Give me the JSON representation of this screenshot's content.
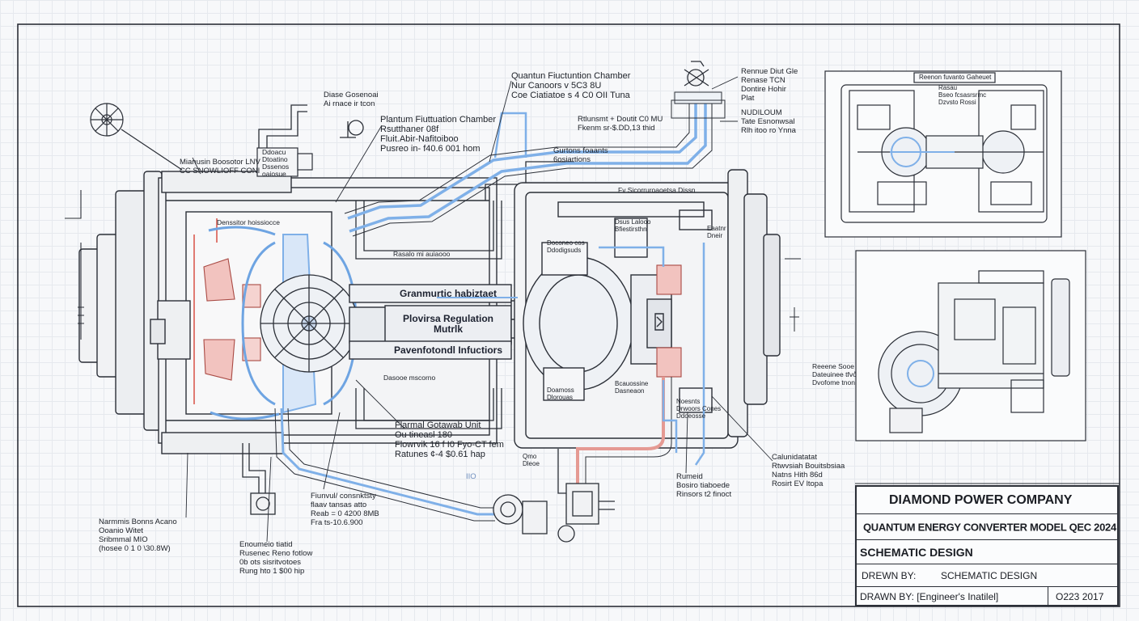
{
  "callouts": {
    "top_left_small": [
      "Diase Gosenoai",
      "Ai rnace ir tcon"
    ],
    "plenum_left": [
      "Plantum Fiuttuation Chamber",
      "Rsutthaner 08f",
      "Fluit.Abir-Nafitoiboo",
      "Pusreo in- f40.6 001 hom"
    ],
    "quantum_top": [
      "Quantun Fiuctuntion Chamber",
      "Nur Canoors v 5C3 8U",
      "Coe Ciatiatoe s 4 C0 OII Tuna"
    ],
    "right_top_a": [
      "Rennue Diut Gle",
      "Renase TCN",
      "Dontire Hohir",
      "Plat"
    ],
    "right_top_b": [
      "NUDILOUM",
      "Tate Esnonwsal",
      "Rlh itoo ro Ynna"
    ],
    "mid_top": [
      "Rtlunsmt + Doutit C0 MU",
      "Fkenm sr-$.DD,13 thid"
    ],
    "quantum_fluid": [
      "Gurtons foaants",
      "6osiartions"
    ],
    "left_panel": [
      "Mianusin Boosotor LNV",
      "CC SNOWLIOFF CONI"
    ],
    "left_box": [
      "Ddoacu",
      "Dtoatino",
      "Dssenos",
      "oaiosue"
    ],
    "inner_left": [
      "Denssitor hoissiocce"
    ],
    "right_housing_top": [
      "Fv Sicorruroaoetsa Dissn"
    ],
    "right_inner_a": [
      "Dsus Lalooo",
      "Bfiestirsthn"
    ],
    "right_inner_b": [
      "Doconeo cos",
      "Ddodigsuds"
    ],
    "right_inner_c": [
      "Eaatnr",
      "Dneir"
    ],
    "right_inner_d": [
      "Doamoss",
      "Dlorouas"
    ],
    "right_inner_e": [
      "Bcauossine",
      "Dasneaon"
    ],
    "right_inner_f": [
      "Noesnts",
      "Drwoors Cones",
      "Ddoeosse"
    ],
    "center_a": [
      "Rasalo mi auiaooo"
    ],
    "center_b": [
      "Dasooe mscorno"
    ],
    "center_c": [
      "Qmo",
      "Dleoe"
    ],
    "thermal": [
      "Flarmal Gotawab Unit",
      "Ou tineasl 180",
      "Flowrvik 16 f I0 Fyo-CT fem",
      "Ratunes ¢-4 $0.61 hap"
    ],
    "funnel": [
      "Fiunvul/ consnktsty",
      "flaav tansas atto",
      "Reab = 0 4200 8MB",
      "Fra ts-10.6.900"
    ],
    "bottom_left_a": [
      "Narmmis Bonns Acano",
      "Ooanio Witet",
      "Sribmmal MIO",
      "(hosee 0 1 0 \\30.8W)"
    ],
    "bottom_left_b": [
      "Enoumeio tiatid",
      "Rusenec Reno fotlow",
      "0b ots sisritvotoes",
      "Rung hto 1 $00 hip"
    ],
    "bottom_center": [
      "Rumeid",
      "Bosiro tiaboede",
      "Rinsors t2 finoct"
    ],
    "calc": [
      "Calunidatatat",
      "Rtwvsiah Bouitsbsiaa",
      "Natns Hith 86d",
      "Rosirt EV ltopa"
    ],
    "detail_caption": [
      "Reeene Sooe",
      "Dateuinee tfvo",
      "Dvofome tnon"
    ],
    "detail_box_title": [
      "Reenon fuvanto Gaheuet"
    ],
    "detail_box_labels": [
      "Rasau",
      "Bseo fcsasrsrmc",
      "Dzvsto Rossi"
    ],
    "small_tag": [
      "IIO"
    ]
  },
  "bands": {
    "top": "Granmurtic habiztaet",
    "middle": [
      "Plovirsa Regulation",
      "Mutrlk"
    ],
    "bottom": "Pavenfotondl Infuctiors"
  },
  "title_block": {
    "company": "DIAMOND POWER COMPANY",
    "model": "QUANTUM ENERGY CONVERTER MODEL QEC 2024",
    "design": "SCHEMATIC DESIGN",
    "drewn_label": "DREWN BY:",
    "drewn_value": "SCHEMATIC DESIGN",
    "drawn_label": "DRAWN BY: [Engineer's Inatilel]",
    "date": "O223 2017"
  },
  "colors": {
    "ink": "#2b2f37",
    "coolant_blue": "#7fb0e8",
    "coolant_blue_light": "#c9def6",
    "heat_red": "#e89a95",
    "heat_red_light": "#f5d3d0"
  }
}
